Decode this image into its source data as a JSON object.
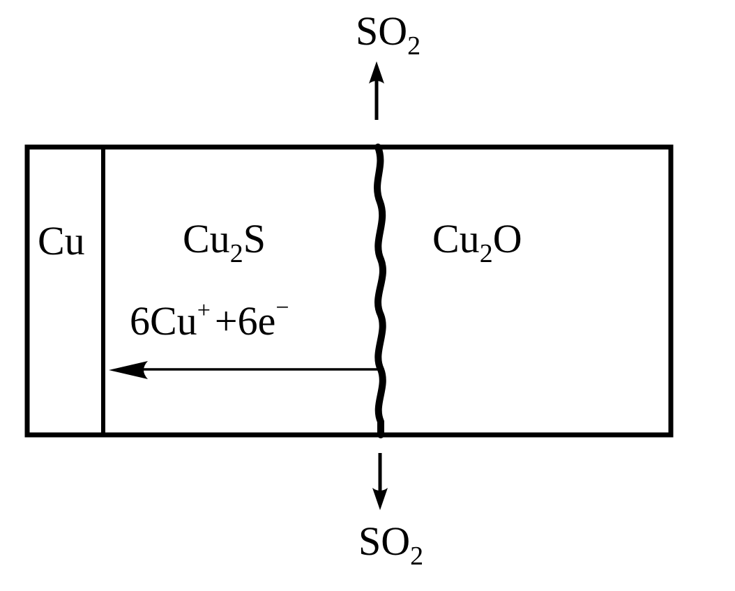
{
  "colors": {
    "ink": "#000000",
    "background": "#ffffff"
  },
  "labels": {
    "top_gas": {
      "base": "SO",
      "subscript": "2"
    },
    "bottom_gas": {
      "base": "SO",
      "subscript": "2"
    },
    "copper": "Cu",
    "sulfide": {
      "pre": "Cu",
      "subscript": "2",
      "post": "S"
    },
    "oxide": {
      "pre": "Cu",
      "subscript": "2",
      "post": "O"
    },
    "reaction": {
      "coef1": "6Cu",
      "sup1": "+",
      "plus": "+",
      "coef2": "6e",
      "sup2": "−"
    }
  },
  "icons": {
    "top_arrow": "arrow-up-icon",
    "bottom_arrow": "arrow-down-icon",
    "transport_arrow": "arrow-left-icon",
    "interface": "wavy-interface-line"
  }
}
